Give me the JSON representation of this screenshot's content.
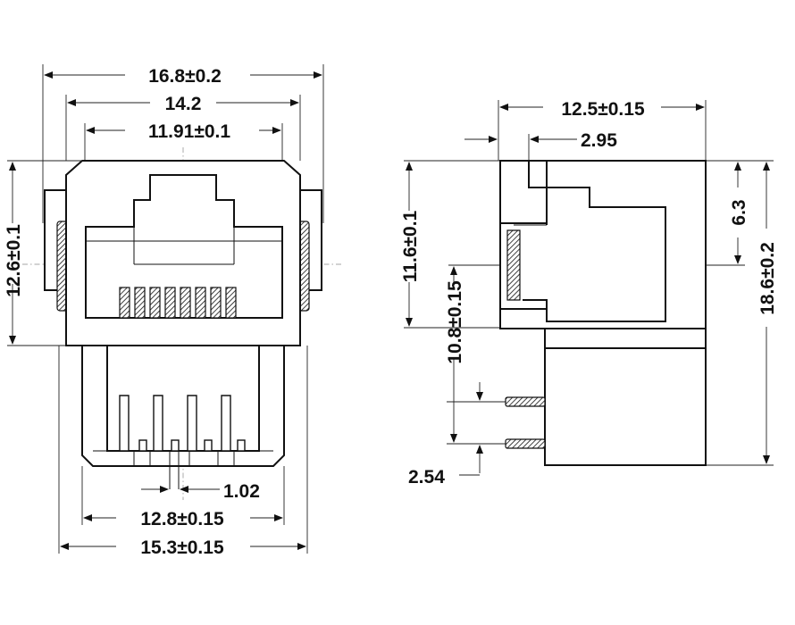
{
  "front_view": {
    "overall_width": "16.8±0.2",
    "inner_width": "14.2",
    "opening_width": "11.91±0.1",
    "body_height": "12.6±0.1",
    "pin_pitch": "1.02",
    "board_width": "12.8±0.15",
    "base_width": "15.3±0.15"
  },
  "side_view": {
    "depth": "12.5±0.15",
    "latch_offset": "2.95",
    "latch_height": "6.3",
    "opening_height": "11.6±0.1",
    "total_height": "18.6±0.2",
    "pin_height": "10.8±0.15",
    "pin_spacing": "2.54"
  }
}
